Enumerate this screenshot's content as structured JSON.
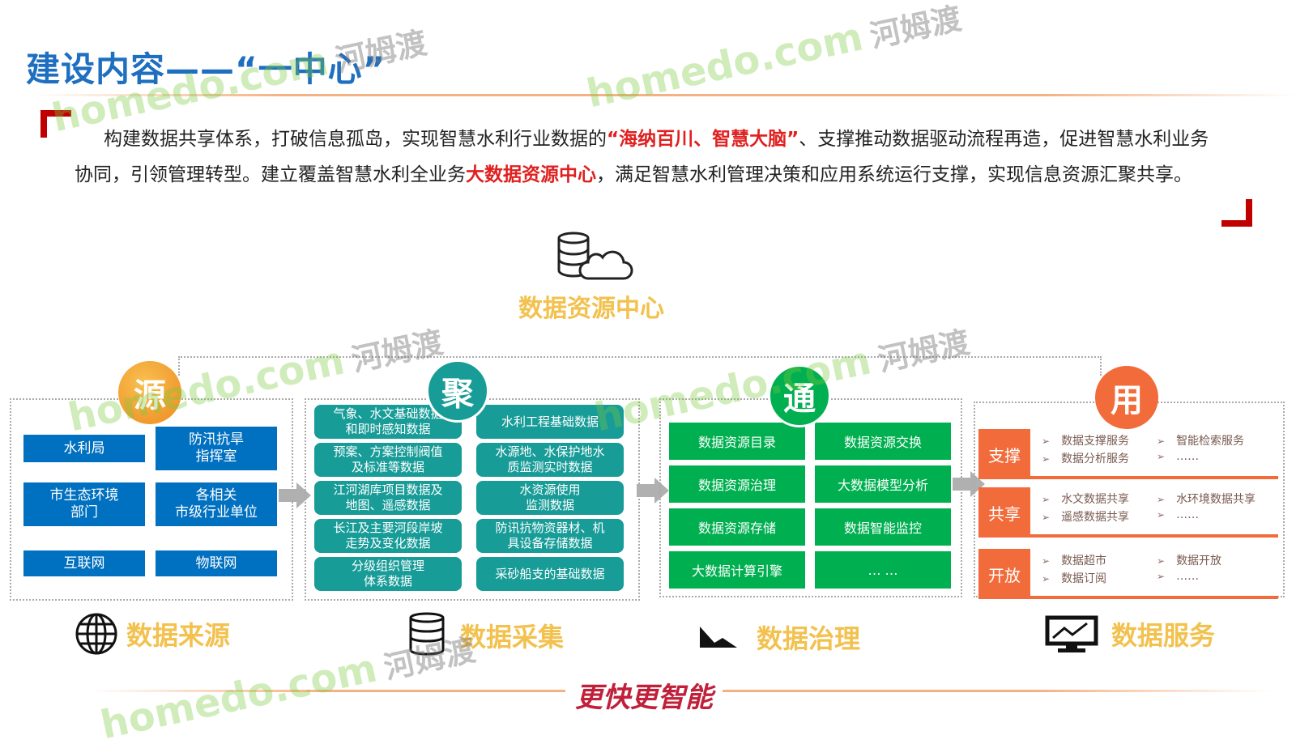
{
  "title": "建设内容——“一中心”",
  "intro": {
    "p1": "构建数据共享体系，打破信息孤岛，实现智慧水利行业数据的",
    "h1": "“海纳百川、智慧大脑”",
    "p2": "、支撑推动数据驱动流程再造，促进智慧水利业务协同，引领管理转型。建立覆盖智慧水利全业务",
    "h2": "大数据资源中心",
    "p3": "，满足智慧水利管理决策和应用系统运行支撑，实现信息资源汇聚共享。"
  },
  "center_label": "数据资源中心",
  "source": {
    "badge": "源",
    "label": "数据来源",
    "items": [
      "水利局",
      "防汛抗旱\n指挥室",
      "市生态环境\n部门",
      "各相关\n市级行业单位",
      "互联网",
      "物联网"
    ]
  },
  "collect": {
    "badge": "聚",
    "label": "数据采集",
    "items": [
      "气象、水文基础数据\n和即时感知数据",
      "水利工程基础数据",
      "预案、方案控制阀值\n及标准等数据",
      "水源地、水保护地水\n质监测实时数据",
      "江河湖库项目数据及\n地图、遥感数据",
      "水资源使用\n监测数据",
      "长江及主要河段岸坡\n走势及变化数据",
      "防讯抗物资器材、机\n具设备存储数据",
      "分级组织管理\n体系数据",
      "采砂船支的基础数据"
    ]
  },
  "govern": {
    "badge": "通",
    "label": "数据治理",
    "items": [
      "数据资源目录",
      "数据资源交换",
      "数据资源治理",
      "大数据模型分析",
      "数据资源存储",
      "数据智能监控",
      "大数据计算引擎",
      "… …"
    ]
  },
  "service": {
    "badge": "用",
    "label": "数据服务",
    "rows": [
      {
        "tag": "支撑",
        "items": [
          "数据支撑服务",
          "智能检索服务",
          "数据分析服务",
          "……"
        ]
      },
      {
        "tag": "共享",
        "items": [
          "水文数据共享",
          "水环境数据共享",
          "遥感数据共享",
          "……"
        ]
      },
      {
        "tag": "开放",
        "items": [
          "数据超市",
          "数据开放",
          "数据订阅",
          "……"
        ]
      }
    ]
  },
  "slogan": "更快更智能",
  "watermark": {
    "text": "homedo.com",
    "cn": "河姆渡"
  },
  "colors": {
    "title": "#1f6fc0",
    "source": "#0070c0",
    "collect": "#189c98",
    "govern": "#00b050",
    "service": "#f26b3a",
    "label": "#f2c14e"
  }
}
